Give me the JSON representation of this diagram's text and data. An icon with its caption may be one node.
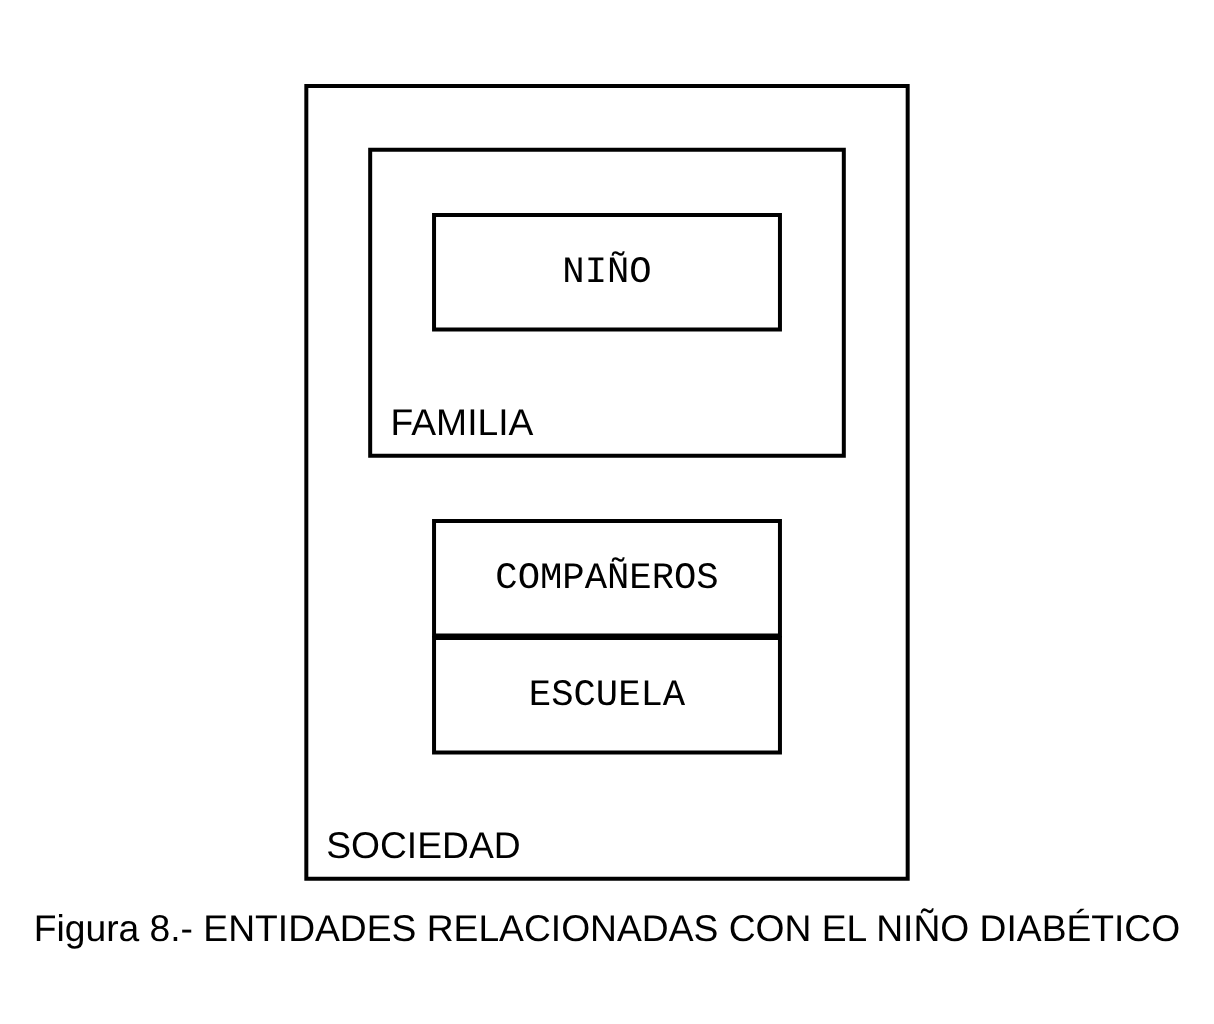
{
  "diagram": {
    "caption": "Figura 8.- ENTIDADES RELACIONADAS CON EL NIÑO DIABÉTICO",
    "nodes": [
      {
        "text": [
          "SOCIEDAD"
        ]
      },
      {
        "text": [
          "FAMILIA"
        ],
        "in": 0
      },
      {
        "text": [
          "NIÑO"
        ],
        "in": 1
      },
      {
        "text": [
          "COMPAÑEROS"
        ],
        "in": 0
      },
      {
        "text": [
          "ESCUELA"
        ],
        "in": 0
      }
    ],
    "edges": []
  }
}
